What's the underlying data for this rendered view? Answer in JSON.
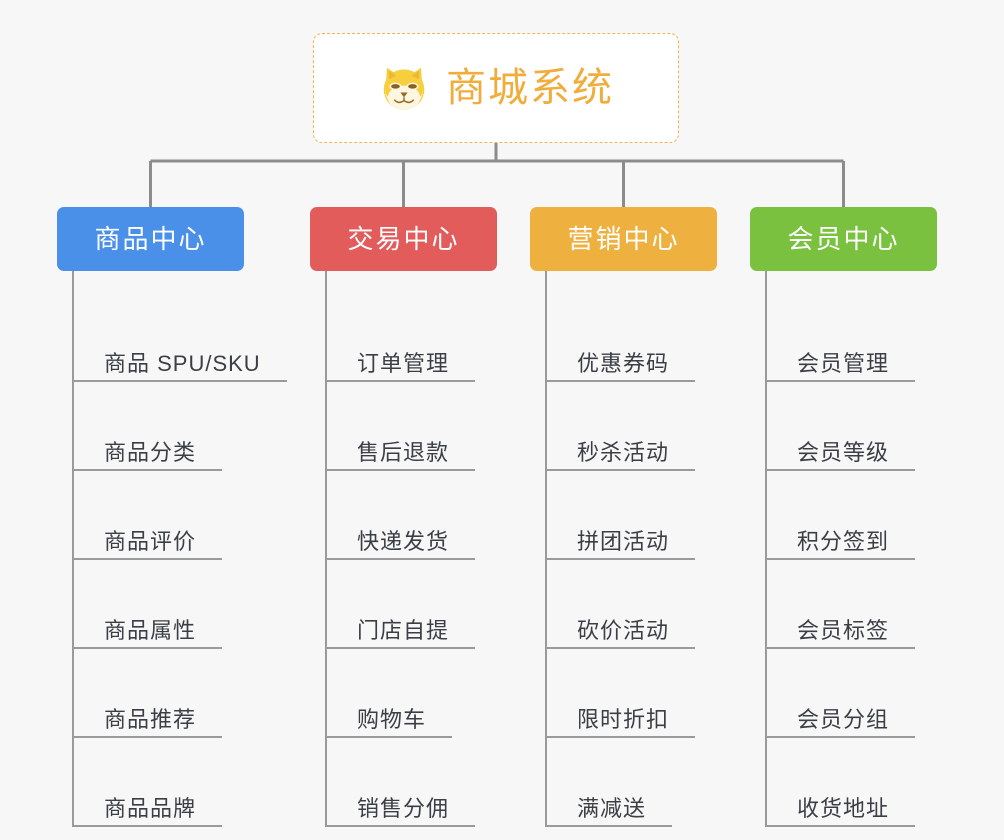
{
  "background_color": "#f7f7f7",
  "root": {
    "title": "商城系统",
    "icon": "shiba-dog-icon",
    "text_color": "#f0ad3c",
    "border_color": "#f0b44a"
  },
  "connector_color": "#8c8c8c",
  "columns": [
    {
      "id": "product-center",
      "label": "商品中心",
      "color": "#4a90e8",
      "items": [
        "商品 SPU/SKU",
        "商品分类",
        "商品评价",
        "商品属性",
        "商品推荐",
        "商品品牌"
      ]
    },
    {
      "id": "trade-center",
      "label": "交易中心",
      "color": "#e25c5c",
      "items": [
        "订单管理",
        "售后退款",
        "快递发货",
        "门店自提",
        "购物车",
        "销售分佣"
      ]
    },
    {
      "id": "marketing-center",
      "label": "营销中心",
      "color": "#eeb03f",
      "items": [
        "优惠券码",
        "秒杀活动",
        "拼团活动",
        "砍价活动",
        "限时折扣",
        "满减送"
      ]
    },
    {
      "id": "member-center",
      "label": "会员中心",
      "color": "#79c13f",
      "items": [
        "会员管理",
        "会员等级",
        "积分签到",
        "会员标签",
        "会员分组",
        "收货地址"
      ]
    }
  ]
}
